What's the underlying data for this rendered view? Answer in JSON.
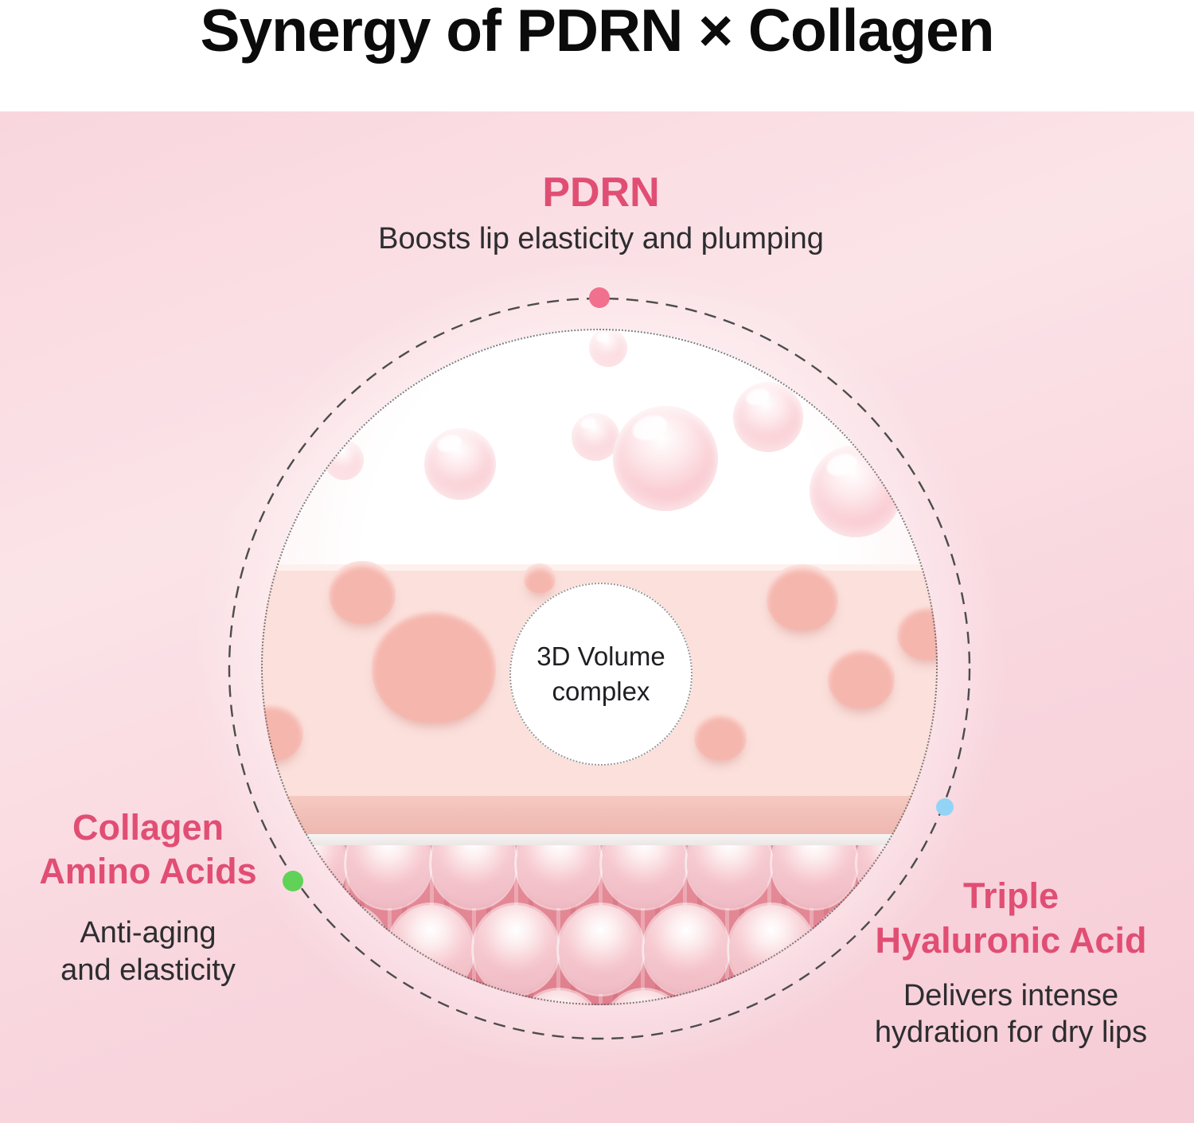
{
  "header": {
    "title": "Synergy of PDRN × Collagen"
  },
  "callouts": {
    "pdrn": {
      "heading": "PDRN",
      "description": "Boosts lip elasticity and plumping",
      "dot_color": "#f1708d"
    },
    "collagen": {
      "heading": "Collagen\nAmino Acids",
      "description": "Anti-aging\nand elasticity",
      "dot_color": "#5fd257"
    },
    "hyaluronic": {
      "heading": "Triple\nHyaluronic Acid",
      "description": "Delivers intense\nhydration for dry lips",
      "dot_color": "#93d4f6"
    }
  },
  "illustration": {
    "center_label": "3D Volume\ncomplex"
  },
  "colors": {
    "heading_pink": "#e14e74",
    "body_text": "#2d2d30",
    "title_text": "#0b0b0b",
    "dashed_circle": "#4c4c4c",
    "background_pink": "#f8d4dc"
  }
}
